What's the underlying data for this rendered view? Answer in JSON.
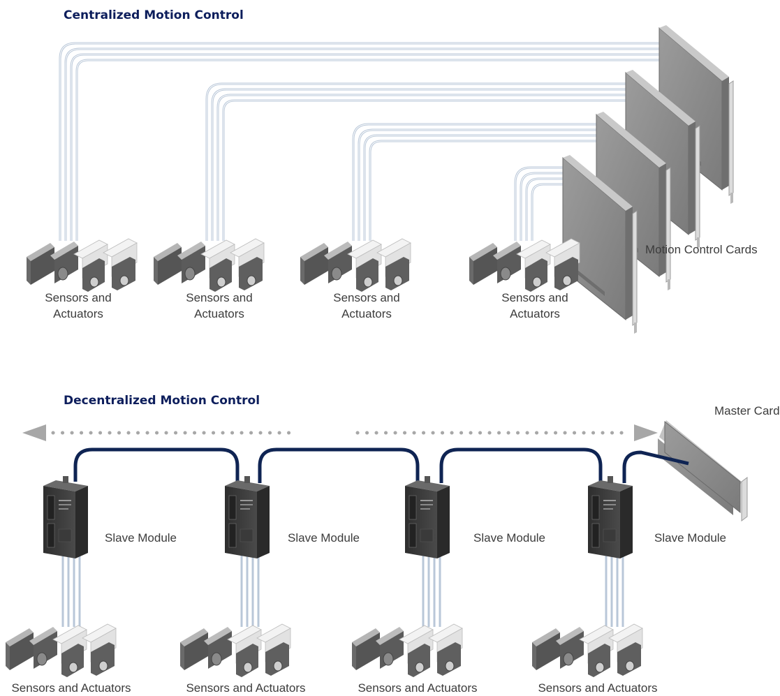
{
  "centralized": {
    "title": "Centralized Motion Control",
    "cards_label": "Motion Control Cards",
    "groups": [
      {
        "label_line1": "Sensors and",
        "label_line2": "Actuators"
      },
      {
        "label_line1": "Sensors and",
        "label_line2": "Actuators"
      },
      {
        "label_line1": "Sensors and",
        "label_line2": "Actuators"
      },
      {
        "label_line1": "Sensors and",
        "label_line2": "Actuators"
      }
    ]
  },
  "decentralized": {
    "title": "Decentralized Motion Control",
    "master_label": "Master Card",
    "modules": [
      {
        "label": "Slave Module",
        "devices_label": "Sensors and Actuators"
      },
      {
        "label": "Slave Module",
        "devices_label": "Sensors and Actuators"
      },
      {
        "label": "Slave Module",
        "devices_label": "Sensors and Actuators"
      },
      {
        "label": "Slave Module",
        "devices_label": "Sensors and Actuators"
      }
    ]
  },
  "colors": {
    "title": "#0d1e5c",
    "cable_light": "#b9c7d8",
    "bus_cable": "#0f2453",
    "card_face": "#8d8d8d",
    "dots": "#a7a7a7"
  }
}
